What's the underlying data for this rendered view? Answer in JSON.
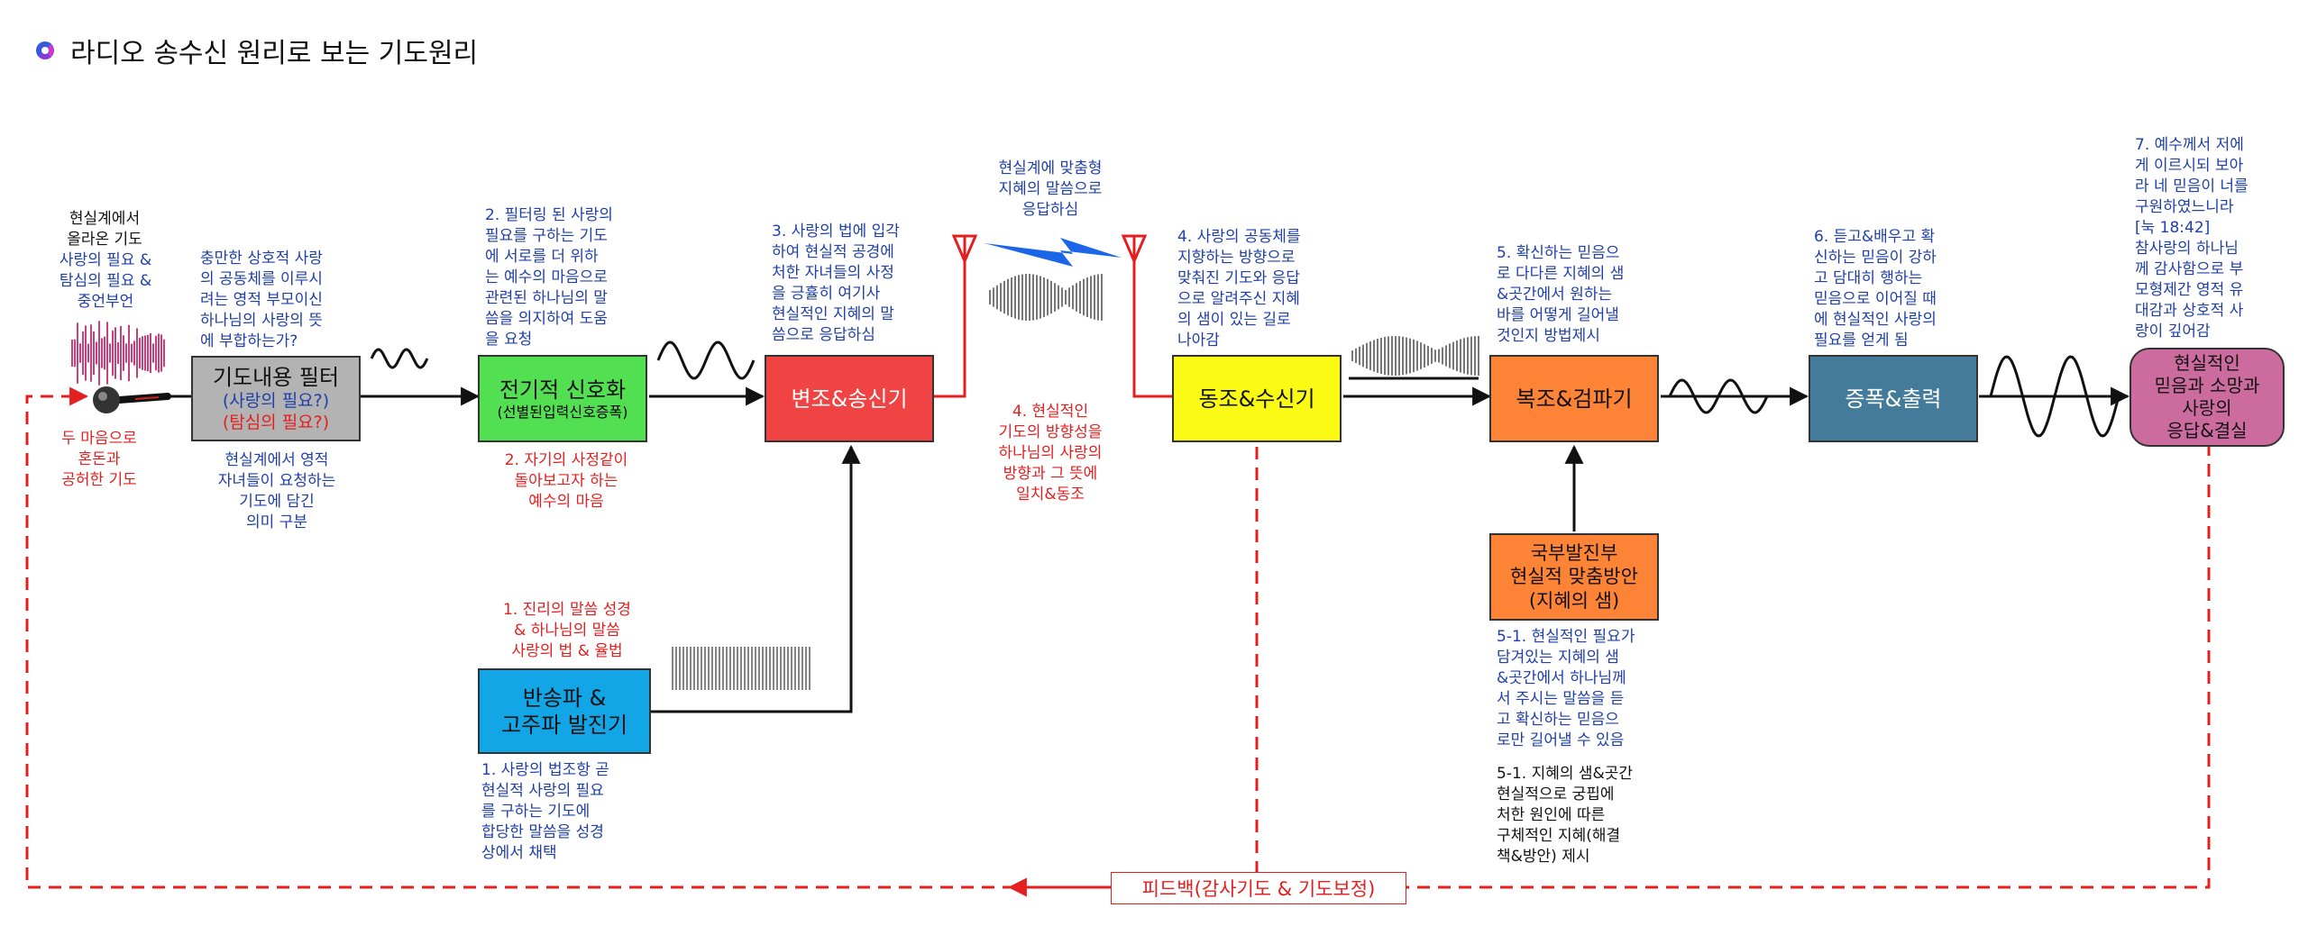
{
  "title": "라디오 송수신 원리로 보는 기도원리",
  "colors": {
    "filter": "#b3b3b3",
    "signal": "#52e052",
    "modulate": "#f04343",
    "carrier": "#12a6e6",
    "demod": "#fafa14",
    "detect": "#fd8436",
    "resource": "#fd8436",
    "amp": "#457b9a",
    "answer": "#cc6b9e",
    "text_blue": "#1f3faa",
    "text_red": "#e51f1f",
    "feedback": "#e51f1f"
  },
  "boxes": {
    "filter": {
      "main": "기도내용 필터",
      "sub1": "(사랑의 필요?)",
      "sub2": "(탐심의 필요?)"
    },
    "signal": {
      "main": "전기적 신호화",
      "sub": "(선별된입력신호증폭)"
    },
    "modulate": {
      "main": "변조&송신기"
    },
    "carrier": {
      "line1": "반송파 &",
      "line2": "고주파 발진기"
    },
    "demod": {
      "main": "동조&수신기"
    },
    "detect": {
      "main": "복조&검파기"
    },
    "resource": {
      "line1": "국부발진부",
      "line2": "현실적 맞춤방안",
      "line3": "(지혜의 샘)"
    },
    "amp": {
      "main": "증폭&출력"
    },
    "answer": {
      "line1": "현실적인",
      "line2": "믿음과 소망과",
      "line3": "사랑의",
      "line4": "응답&결실"
    }
  },
  "texts": {
    "prayer_source": [
      "현실계에서",
      "올라온 기도"
    ],
    "prayer_needs": [
      "사랑의 필요 &",
      "탐심의 필요 &",
      "중언부언"
    ],
    "two_minds": [
      "두 마음으로",
      "혼돈과",
      "공허한 기도"
    ],
    "filter_top": [
      "충만한 상호적 사랑",
      "의 공동체를 이루시",
      "려는 영적 부모이신",
      "하나님의 사랑의 뜻",
      "에 부합하는가?"
    ],
    "filter_bottom": [
      "현실계에서 영적",
      "자녀들이 요청하는",
      "기도에 담긴",
      "의미 구분"
    ],
    "step2": [
      "2. 필터링 된 사랑의",
      "필요를 구하는 기도",
      "에 서로를 더 위하",
      "는 예수의 마음으로",
      "관련된 하나님의 말",
      "씀을 의지하여 도움",
      "을 요청"
    ],
    "step2_red": [
      "2. 자기의 사정같이",
      "돌아보고자 하는",
      "예수의 마음"
    ],
    "step3": [
      "3. 사랑의 법에 입각",
      "하여 현실적 공경에",
      "처한 자녀들의 사정",
      "을 긍휼히 여기사",
      "현실적인 지혜의 말",
      "씀으로 응답하심"
    ],
    "response_top": [
      "현실계에 맞춤형",
      "지혜의 말씀으로",
      "응답하심"
    ],
    "step4_red": [
      "4. 현실적인",
      "기도의 방향성을",
      "하나님의 사랑의",
      "방향과 그 뜻에",
      "일치&동조"
    ],
    "step4": [
      "4. 사랑의 공동체를",
      "지향하는 방향으로",
      "맞춰진 기도와 응답",
      "으로 알려주신 지혜",
      "의 샘이 있는 길로",
      "나아감"
    ],
    "step5": [
      "5. 확신하는 믿음으",
      "로 다다른 지혜의 샘",
      "&곳간에서 원하는",
      "바를 어떻게 길어낼",
      "것인지 방법제시"
    ],
    "step6": [
      "6. 듣고&배우고 확",
      "신하는 믿음이 강하",
      "고 담대히 행하는",
      "믿음으로 이어질 때",
      "에 현실적인 사랑의",
      "필요를 얻게 됨"
    ],
    "step7": [
      "7. 예수께서 저에",
      "게 이르시되 보아",
      "라 네 믿음이 너를",
      "구원하였느니라",
      "[눅 18:42]",
      "참사랑의 하나님",
      "께 감사함으로 부",
      "모형제간 영적 유",
      "대감과 상호적 사",
      "랑이 깊어감"
    ],
    "step1_red": [
      "1. 진리의 말씀 성경",
      "& 하나님의 말씀",
      "사랑의 법 & 율법"
    ],
    "step1": [
      "1. 사랑의 법조항 곧",
      "현실적 사랑의 필요",
      "를 구하는 기도에",
      "합당한 말씀을 성경",
      "상에서 채택"
    ],
    "step51a": [
      "5-1. 현실적인 필요가",
      "담겨있는 지혜의 샘",
      "&곳간에서 하나님께",
      "서 주시는 말씀을 듣",
      "고 확신하는 믿음으",
      "로만 길어낼 수 있음"
    ],
    "step51b": [
      "5-1. 지혜의 샘&곳간",
      "현실적으로 궁핍에",
      "처한 원인에 따른",
      "구체적인 지혜(해결",
      "책&방안) 제시"
    ],
    "feedback": "피드백(감사기도 & 기도보정)"
  }
}
